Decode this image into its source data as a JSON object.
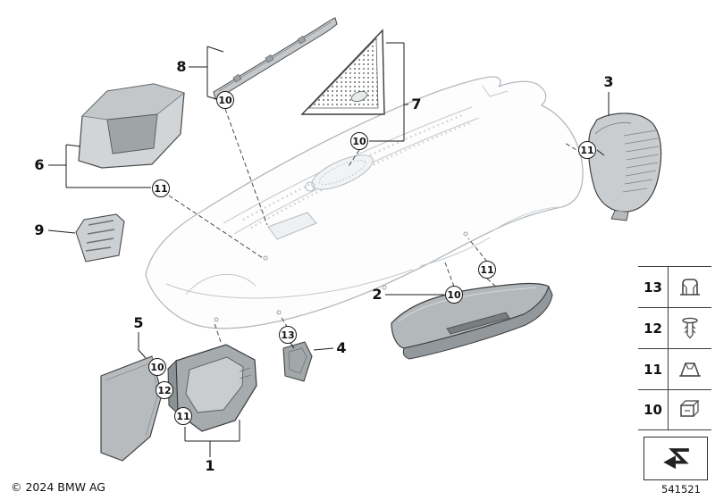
{
  "figure": {
    "copyright": "© 2024 BMW AG",
    "diagram_number": "541521"
  },
  "part_callouts": [
    {
      "label": "1"
    },
    {
      "label": "2"
    },
    {
      "label": "3"
    },
    {
      "label": "4"
    },
    {
      "label": "5"
    },
    {
      "label": "6"
    },
    {
      "label": "7"
    },
    {
      "label": "8"
    },
    {
      "label": "9"
    }
  ],
  "fastener_badges": [
    {
      "label": "10"
    },
    {
      "label": "10"
    },
    {
      "label": "11"
    },
    {
      "label": "11"
    },
    {
      "label": "11"
    },
    {
      "label": "10"
    },
    {
      "label": "10"
    },
    {
      "label": "12"
    },
    {
      "label": "13"
    },
    {
      "label": "11"
    }
  ],
  "legend": {
    "rows": [
      {
        "label": "13",
        "icon": "clip-icon"
      },
      {
        "label": "12",
        "icon": "expanding-rivet-icon"
      },
      {
        "label": "11",
        "icon": "spring-clip-icon"
      },
      {
        "label": "10",
        "icon": "box-clip-icon"
      }
    ]
  }
}
